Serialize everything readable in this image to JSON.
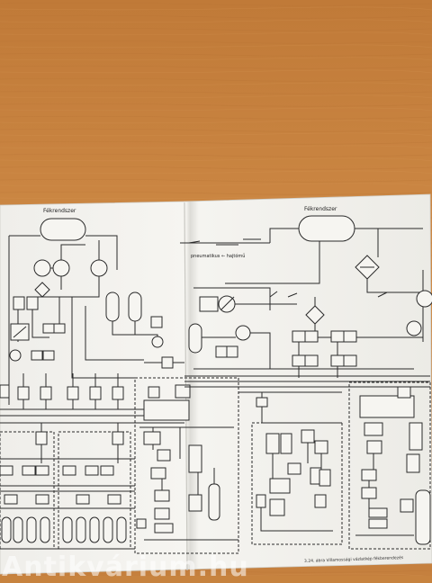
{
  "photo": {
    "background_color": "#c7833f",
    "paper_color": "#f4f3ef",
    "ink_color": "#2a2a2a"
  },
  "diagram": {
    "left_system_label": "Fékrendszer",
    "right_system_label": "Fékrendszer",
    "middle_note": "pneumatikus  ←  hajtómű",
    "caption": "3.24. ábra  Villamossági vázlatkép fékberendezés",
    "watermark": "Antikvárium.hu"
  }
}
